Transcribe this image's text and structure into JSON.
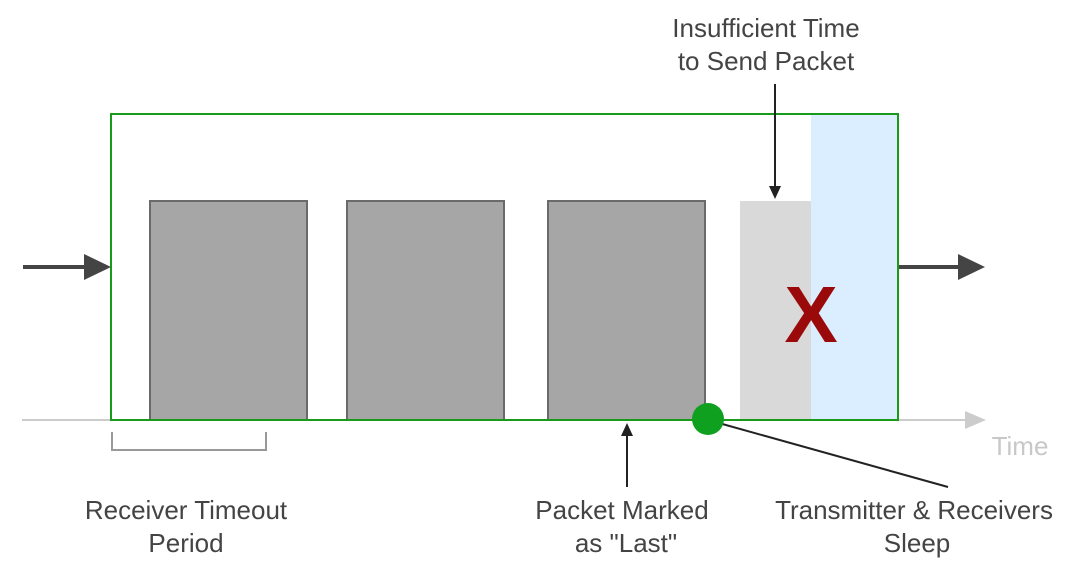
{
  "diagram": {
    "labels": {
      "insufficient_line1": "Insufficient Time",
      "insufficient_line2": "to Send Packet",
      "time_axis": "Time",
      "receiver_timeout_line1": "Receiver Timeout",
      "receiver_timeout_line2": "Period",
      "packet_marked_line1": "Packet Marked",
      "packet_marked_line2": "as \"Last\"",
      "sleep_line1": "Transmitter & Receivers",
      "sleep_line2": "Sleep",
      "fail_mark": "X"
    },
    "packet_count": 3,
    "colors": {
      "frame_border": "#1a9a1a",
      "packet_fill": "#a6a6a6",
      "packet_border": "#6a6a6a",
      "partial_packet_fill": "#d9d9d9",
      "sleep_zone_fill": "#dbeeff",
      "x_mark": "#9a0a0a",
      "sleep_dot": "#10a020",
      "arrows": "#444444",
      "time_axis": "#cccccc",
      "bracket": "#999999",
      "text": "#444444"
    }
  }
}
